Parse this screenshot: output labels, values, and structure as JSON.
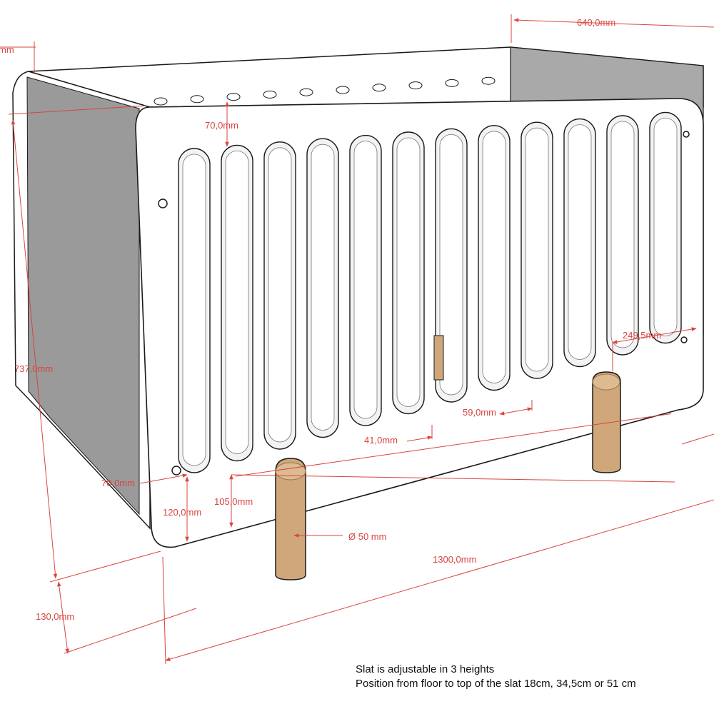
{
  "colors": {
    "dimension": "#d9453f",
    "panel": "#ffffff",
    "panel_stroke": "#1a1a1a",
    "side_shade": "#9a9a9a",
    "inner_shade": "#a9a9a9",
    "wood": "#cfa77a",
    "wood_dark": "#9c7448"
  },
  "dimensions": {
    "depth": "640,0mm",
    "top_rail": "70,0mm",
    "height": "737,0mm",
    "leg_offset": "249,5mm",
    "slat_gap": "59,0mm",
    "slat_width": "41,0mm",
    "bottom_margin": "70,0mm",
    "bottom_rail_outer": "120,0mm",
    "bottom_rail_inner": "105,0mm",
    "leg_diameter": "Ø 50 mm",
    "length": "1300,0mm",
    "leg_height": "130,0mm",
    "cut_left": "mm"
  },
  "note": {
    "line1": "Slat is adjustable in 3 heights",
    "line2": "Position from floor to top of the slat 18cm, 34,5cm or 51 cm"
  }
}
